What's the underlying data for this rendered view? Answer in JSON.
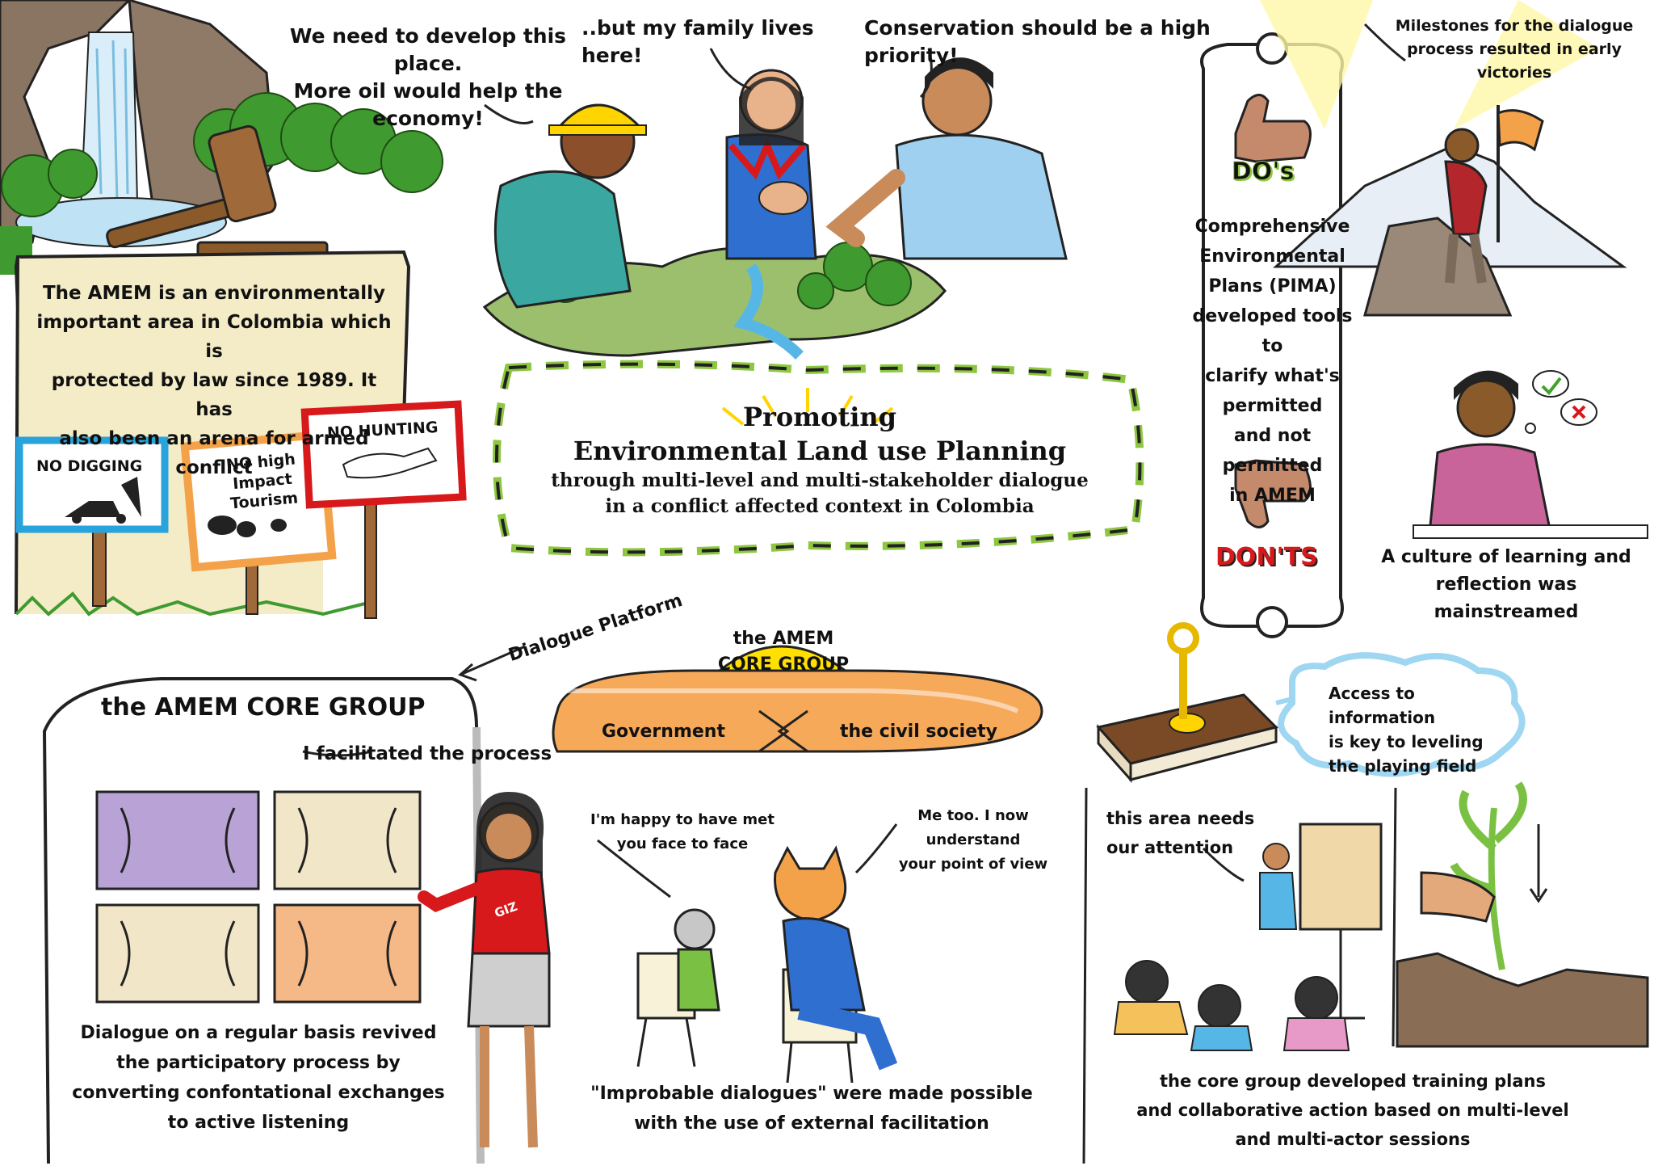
{
  "title": {
    "line1": "Promoting",
    "line2": "Environmental Land use Planning",
    "line3": "through multi-level and multi-stakeholder dialogue",
    "line4": "in a conflict affected context in Colombia"
  },
  "speech": {
    "worker_line1": "We need to develop this place.",
    "worker_line2": "More oil would help the economy!",
    "mother": "..but my family lives here!",
    "conservationist": "Conservation should be a high priority!"
  },
  "amem_box": {
    "line1": "The AMEM is an environmentally",
    "line2": "important area in Colombia which is",
    "line3": "protected by law since 1989. It has",
    "line4": "also been an arena for armed conflict"
  },
  "signs": {
    "digging": "NO DIGGING",
    "tourism_line1": "NO high Impact",
    "tourism_line2": "Tourism",
    "hunting": "NO HUNTING"
  },
  "dos_donts": {
    "dos_label": "DO's",
    "donts_label": "DON'TS",
    "text_lines": [
      "Comprehensive",
      "Environmental",
      "Plans (PIMA)",
      "developed tools to",
      "clarify what's",
      "permitted",
      "and not permitted",
      "in AMEM"
    ]
  },
  "milestones": {
    "line1": "Milestones for the dialogue",
    "line2": "process resulted in early",
    "line3": "victories"
  },
  "learning": {
    "line1": "A culture of learning and",
    "line2": "reflection was mainstreamed"
  },
  "platform": {
    "arrow_label": "Dialogue Platform",
    "core_line1": "the AMEM",
    "core_line2": "CORE GROUP",
    "government": "Government",
    "civil_society": "the civil society"
  },
  "core_group_panel": {
    "heading": "the AMEM CORE GROUP",
    "facilitator_speech": "I facilitated the process",
    "badge": "GIZ",
    "caption_lines": [
      "Dialogue on a regular basis revived",
      "the participatory process by",
      "converting confontational exchanges",
      "to active listening"
    ]
  },
  "dialogue_panel": {
    "mouse_line1": "I'm happy to have met",
    "mouse_line2": "you face to face",
    "cat_line1": "Me too. I now understand",
    "cat_line2": "your point of view",
    "caption_line1": "\"Improbable dialogues\" were made possible",
    "caption_line2": "with the use of external facilitation"
  },
  "information": {
    "line1": "Access to information",
    "line2": "is key to leveling",
    "line3": "the playing field"
  },
  "training_panel": {
    "speech_line1": "this area needs",
    "speech_line2": "our attention",
    "caption_lines": [
      "the core group developed training plans",
      "and collaborative action based on multi-level",
      "and multi-actor sessions"
    ]
  },
  "colors": {
    "green_accent": "#8dc63f",
    "orange_arrow": "#f7a95a",
    "yellow_core": "#ffe000",
    "red": "#d7191c",
    "parchment": "#f4ecc6",
    "sky_blue": "#2aa9e0"
  }
}
